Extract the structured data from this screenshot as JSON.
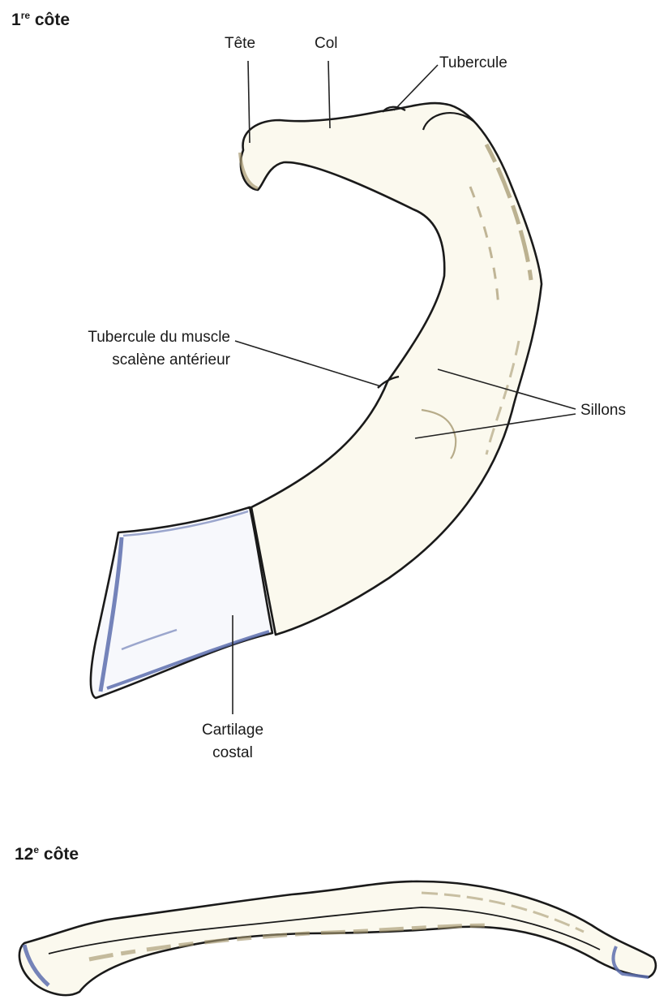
{
  "figure": {
    "rib1": {
      "title_number": "1",
      "title_suffix": "re",
      "title_word": "côte",
      "labels": {
        "tete": "Tête",
        "col": "Col",
        "tubercule": "Tubercule",
        "scalene_line1": "Tubercule du muscle",
        "scalene_line2": "scalène antérieur",
        "sillons": "Sillons",
        "cartilage_line1": "Cartilage",
        "cartilage_line2": "costal"
      }
    },
    "rib12": {
      "title_number": "12",
      "title_suffix": "e",
      "title_word": "côte"
    }
  },
  "colors": {
    "bone_fill": "#fbf9ee",
    "bone_shade": "#a69870",
    "cartilage_fill": "#f7f8fc",
    "cartilage_edge": "#5d6fae",
    "outline": "#1a1a1a",
    "leader": "#222222"
  }
}
